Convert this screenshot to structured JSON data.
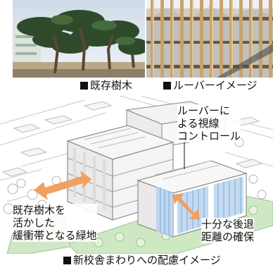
{
  "photos": {
    "trees_caption": "既存樹木",
    "louver_caption": "ルーバーイメージ"
  },
  "diagram": {
    "label_louver": "ルーバーに\nよる視線\nコントロール",
    "label_trees": "既存樹木を\n活かした\n緩衝帯となる緑地",
    "label_distance": "十分な後退\n距離の確保"
  },
  "bottom_caption": "新校舎まわりへの配慮イメージ",
  "colors": {
    "arrow": "#f0a060",
    "greenbelt": "#cfe8c4",
    "glass": "#b9d4ee"
  }
}
